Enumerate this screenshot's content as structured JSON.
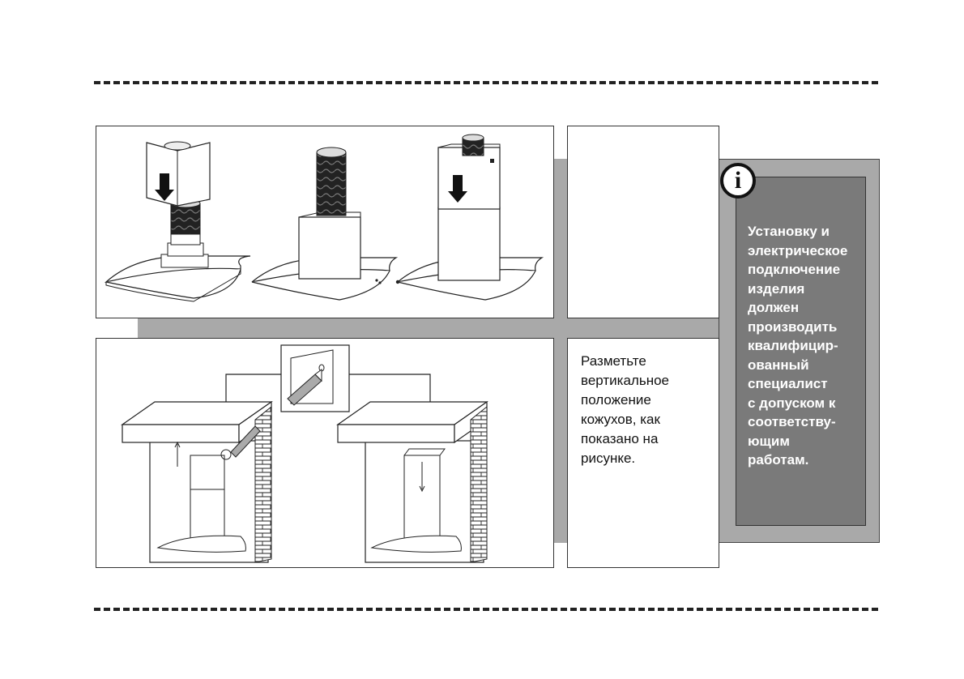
{
  "instructions": {
    "text": "Разметьте\nвертикальное\nположение\nкожухов, как\nпоказано на\nрисунке."
  },
  "info": {
    "badge_letter": "i",
    "text": "Установку и\nэлектрическое\nподключение\nизделия\nдолжен\nпроизводить\nквалифицир-\nованный\nспециалист\nс допуском к\nсоответству-\nющим\nработам."
  },
  "icons": [
    "info-icon",
    "down-arrow-icon",
    "pencil-icon"
  ]
}
